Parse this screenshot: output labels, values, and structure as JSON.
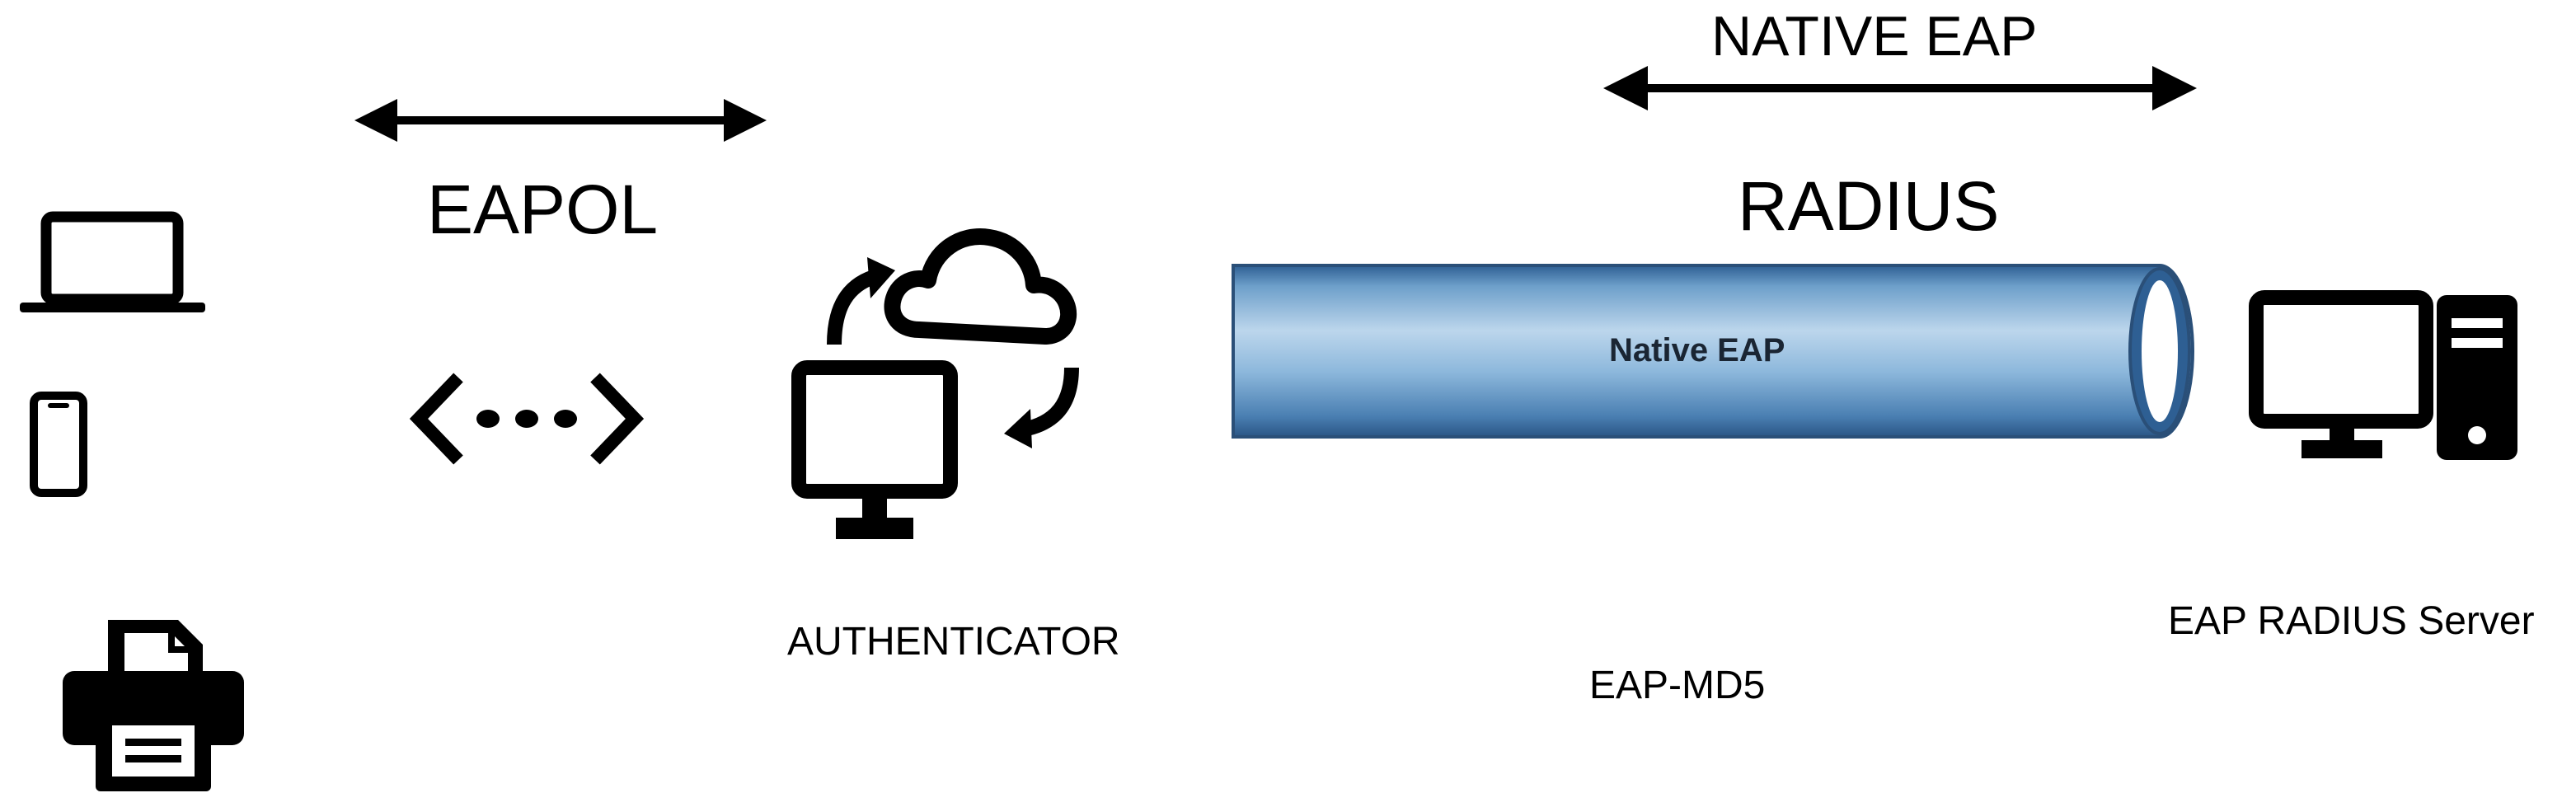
{
  "labels": {
    "eapol": "EAPOL",
    "native_eap_top": "NATIVE EAP",
    "radius": "RADIUS",
    "tunnel": "Native EAP",
    "authenticator": "AUTHENTICATOR",
    "method": "EAP-MD5",
    "server": "EAP RADIUS Server"
  },
  "icons": {
    "client_devices": [
      "laptop-icon",
      "smartphone-icon",
      "printer-icon"
    ],
    "eapol_link": "network-link-icon",
    "authenticator": "monitor-cloud-sync-icon",
    "server": "desktop-tower-icon",
    "arrows": [
      "double-arrow-icon",
      "double-arrow-icon"
    ]
  },
  "colors": {
    "ink": "#000000",
    "tube_light": "#bcd6ec",
    "tube_mid": "#6d9fca",
    "tube_dark": "#2e5f93",
    "tube_outline": "#2a4f78",
    "tube_end": "#ffffff"
  }
}
